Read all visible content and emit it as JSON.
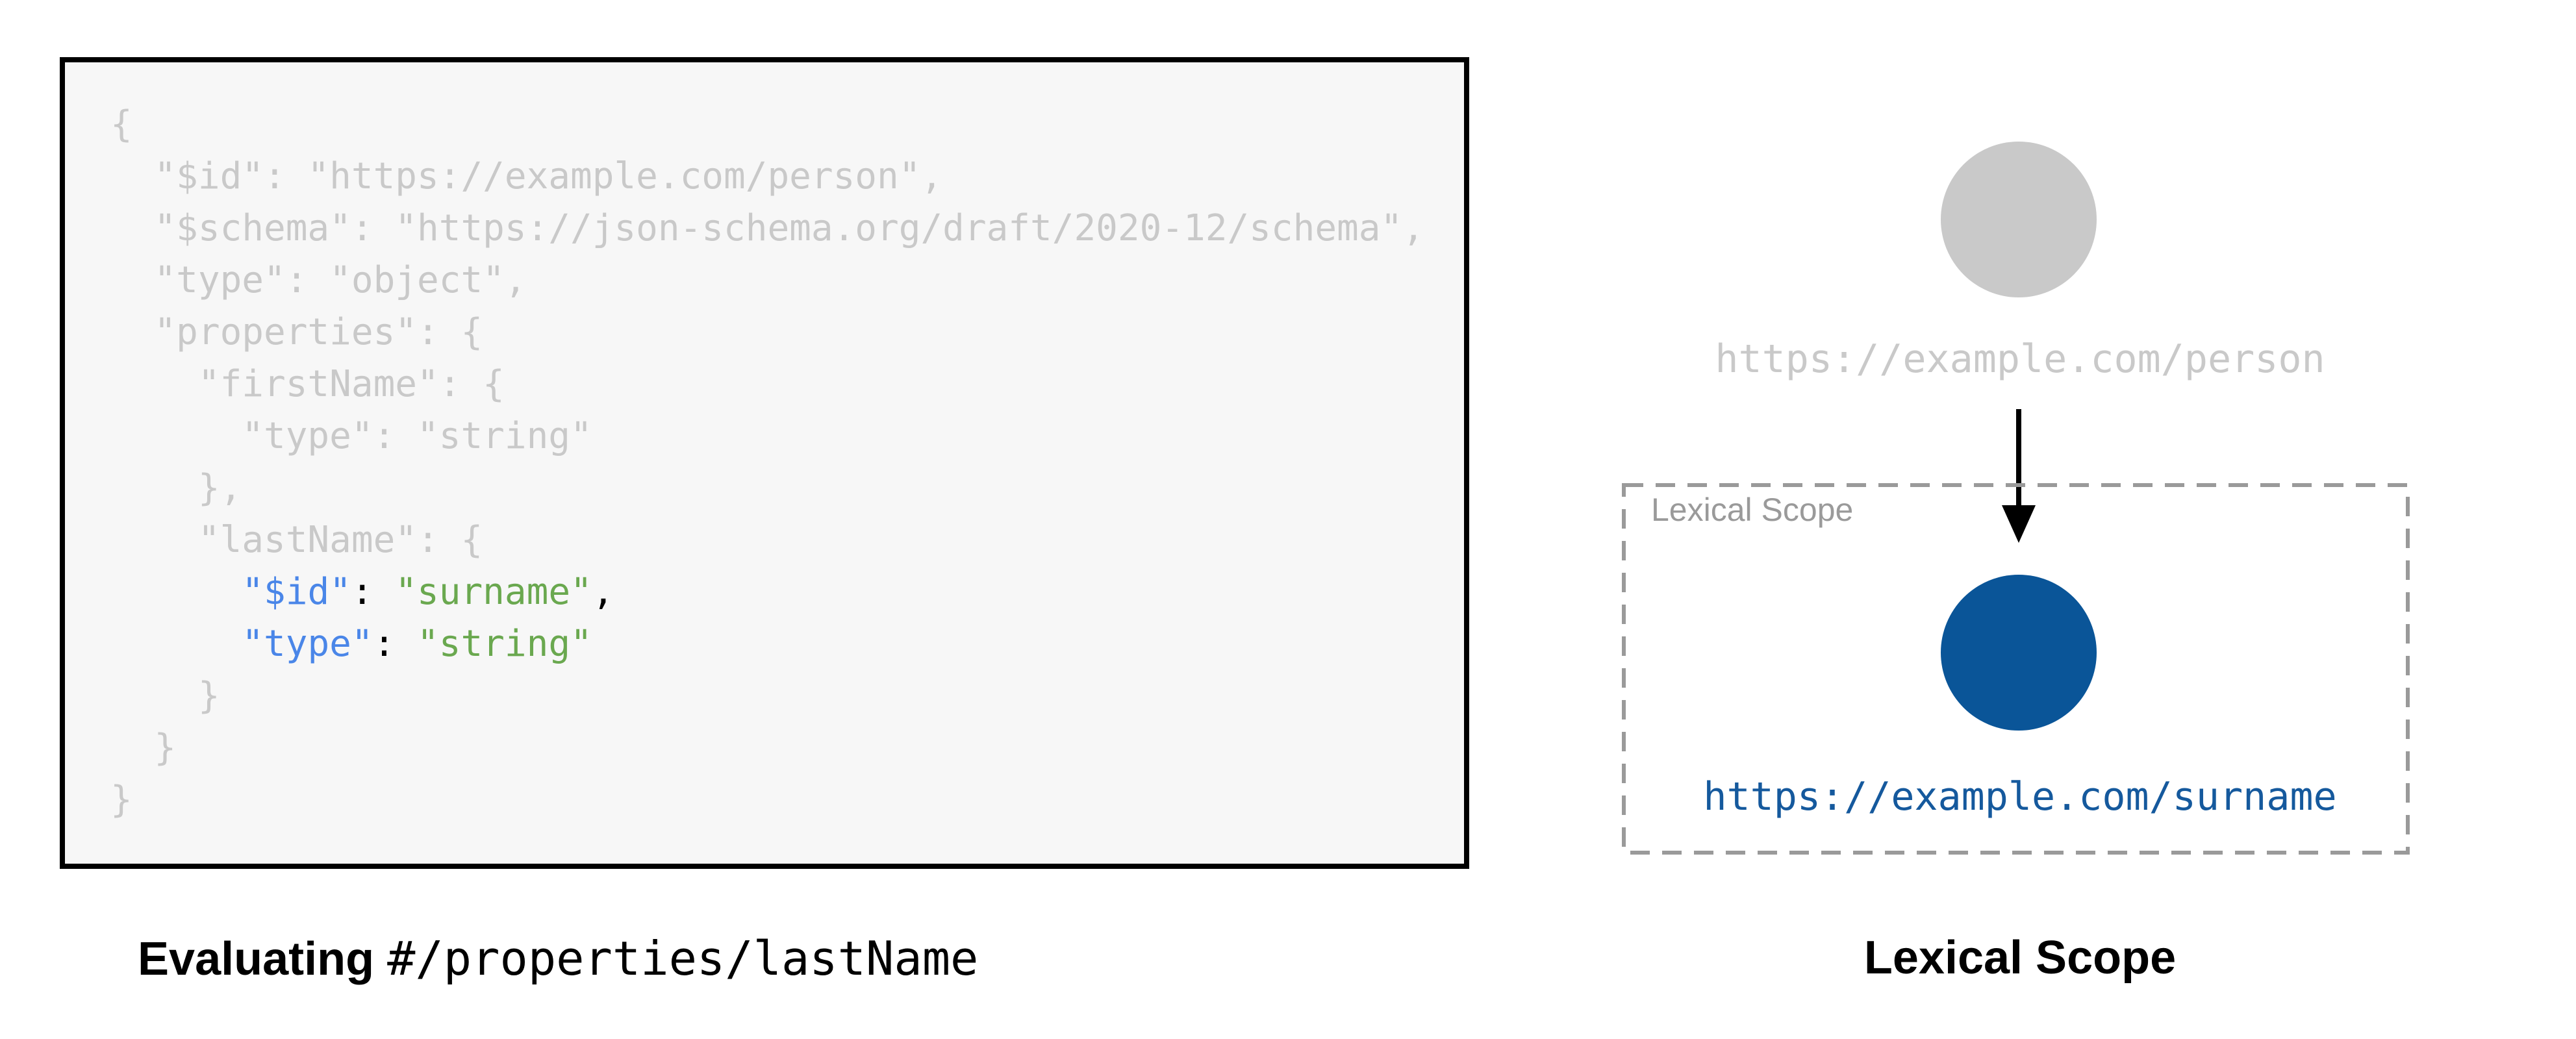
{
  "left": {
    "caption_bold": "Evaluating",
    "caption_mono": "#/properties/lastName",
    "code_lines": [
      [
        {
          "t": "{",
          "c": "muted"
        }
      ],
      [
        {
          "t": "  \"$id\": \"https://example.com/person\",",
          "c": "muted"
        }
      ],
      [
        {
          "t": "  \"$schema\": \"https://json-schema.org/draft/2020-12/schema\",",
          "c": "muted"
        }
      ],
      [
        {
          "t": "  \"type\": \"object\",",
          "c": "muted"
        }
      ],
      [
        {
          "t": "  \"properties\": {",
          "c": "muted"
        }
      ],
      [
        {
          "t": "    \"firstName\": {",
          "c": "muted"
        }
      ],
      [
        {
          "t": "      \"type\": \"string\"",
          "c": "muted"
        }
      ],
      [
        {
          "t": "    },",
          "c": "muted"
        }
      ],
      [
        {
          "t": "    \"lastName\": {",
          "c": "muted"
        }
      ],
      [
        {
          "t": "      ",
          "c": "muted"
        },
        {
          "t": "\"$id\"",
          "c": "key"
        },
        {
          "t": ": ",
          "c": "plain"
        },
        {
          "t": "\"surname\"",
          "c": "str"
        },
        {
          "t": ",",
          "c": "plain"
        }
      ],
      [
        {
          "t": "      ",
          "c": "muted"
        },
        {
          "t": "\"type\"",
          "c": "key"
        },
        {
          "t": ": ",
          "c": "plain"
        },
        {
          "t": "\"string\"",
          "c": "str"
        }
      ],
      [
        {
          "t": "    }",
          "c": "muted"
        }
      ],
      [
        {
          "t": "  }",
          "c": "muted"
        }
      ],
      [
        {
          "t": "}",
          "c": "muted"
        }
      ]
    ]
  },
  "right": {
    "parent_uri": "https://example.com/person",
    "scope_box_label": "Lexical Scope",
    "child_uri": "https://example.com/surname",
    "caption": "Lexical Scope"
  },
  "colors": {
    "code_muted": "#c9c9c9",
    "key_blue": "#4a86e8",
    "string_green": "#6aa84f",
    "punct_black": "#000000",
    "code_box_bg": "#f7f7f7",
    "code_box_border": "#000000",
    "parent_gray": "#c9c9c9",
    "scope_gray": "#9a9a9a",
    "child_blue": "#0a5598",
    "child_link_blue": "#15599d",
    "arrow_black": "#000000"
  }
}
